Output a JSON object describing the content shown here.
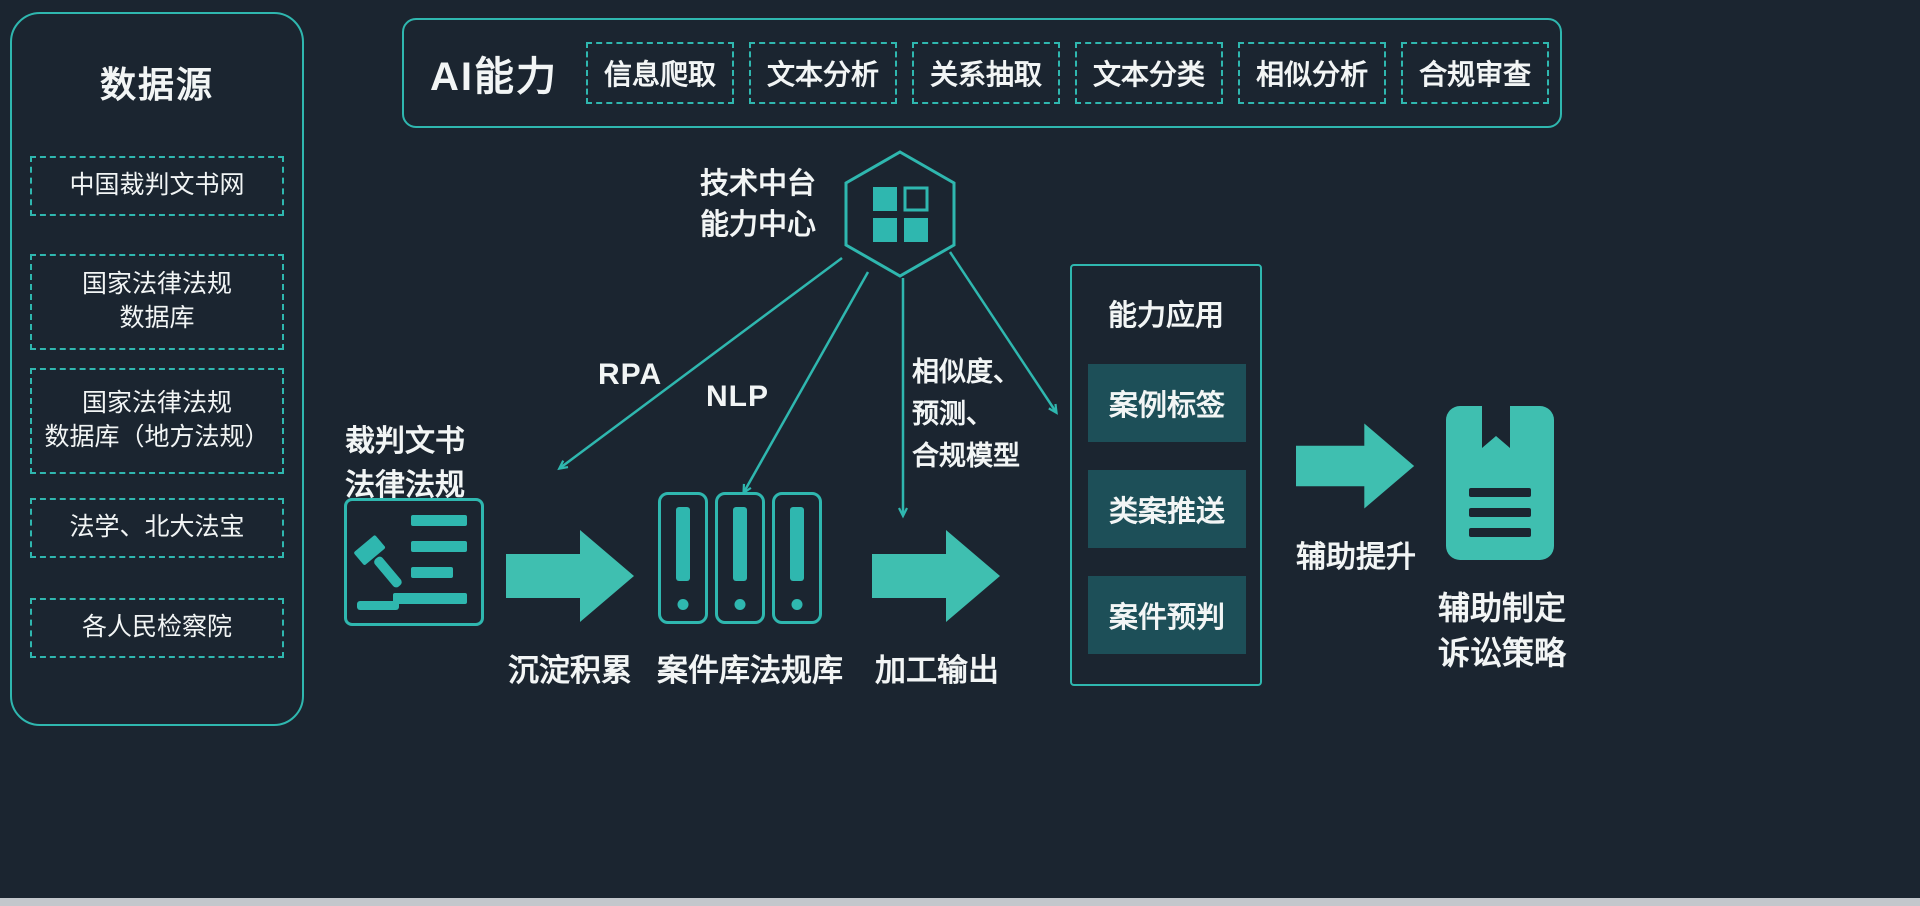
{
  "theme": {
    "background": "#1b2530",
    "teal": "#2fb7af",
    "arrow_teal": "#3fbfb0",
    "box_fill": "#1d4f58",
    "text": "#f2f5f5"
  },
  "data_sources": {
    "title": "数据源",
    "items": [
      "中国裁判文书网",
      "国家法律法规\n数据库",
      "国家法律法规\n数据库（地方法规）",
      "法学、北大法宝",
      "各人民检察院"
    ]
  },
  "ai_capabilities": {
    "title": "AI能力",
    "items": [
      "信息爬取",
      "文本分析",
      "关系抽取",
      "文本分类",
      "相似分析",
      "合规审查"
    ]
  },
  "hub": {
    "label": "技术中台\n能力中心"
  },
  "edge_labels": {
    "rpa": "RPA",
    "nlp": "NLP",
    "model": "相似度、\n预测、\n合规模型"
  },
  "pipeline": {
    "source_label": "裁判文书\n法律法规",
    "step1_label": "沉淀积累",
    "library_label": "案件库法规库",
    "step2_label": "加工输出",
    "step3_label": "辅助提升",
    "result_label": "辅助制定\n诉讼策略"
  },
  "capability_app": {
    "title": "能力应用",
    "items": [
      "案例标签",
      "类案推送",
      "案件预判"
    ]
  }
}
